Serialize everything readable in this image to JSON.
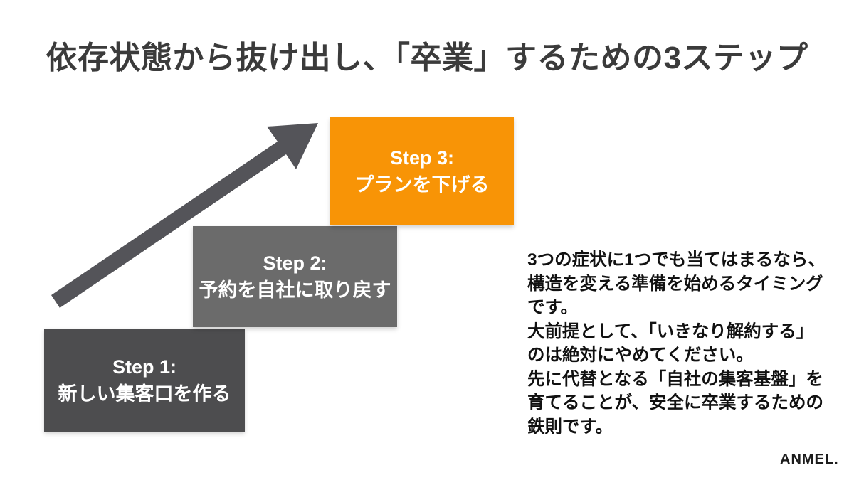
{
  "slide": {
    "title": "依存状態から抜け出し、「卒業」するための3ステップ",
    "steps": [
      {
        "id": "step-1",
        "label": "Step 1:\n新しい集客口を作る",
        "color": "#4d4d4f"
      },
      {
        "id": "step-2",
        "label": "Step 2:\n予約を自社に取り戻す",
        "color": "#6b6b6b"
      },
      {
        "id": "step-3",
        "label": "Step 3:\nプランを下げる",
        "color": "#f89406"
      }
    ],
    "description": "3つの症状に1つでも当てはまるなら、\n構造を変える準備を始めるタイミング\nです。\n大前提として、「いきなり解約する」\nのは絶対にやめてください。\n先に代替となる「自社の集客基盤」を\n育てることが、安全に卒業するための\n鉄則です。",
    "logo": "ANMEL.",
    "colors": {
      "arrow": "#545459",
      "title_text": "#3b3b3b",
      "body_text": "#111111",
      "step1_bg": "#4d4d4f",
      "step2_bg": "#6b6b6b",
      "step3_bg": "#f89406",
      "step_text": "#ffffff",
      "background": "#ffffff"
    }
  }
}
